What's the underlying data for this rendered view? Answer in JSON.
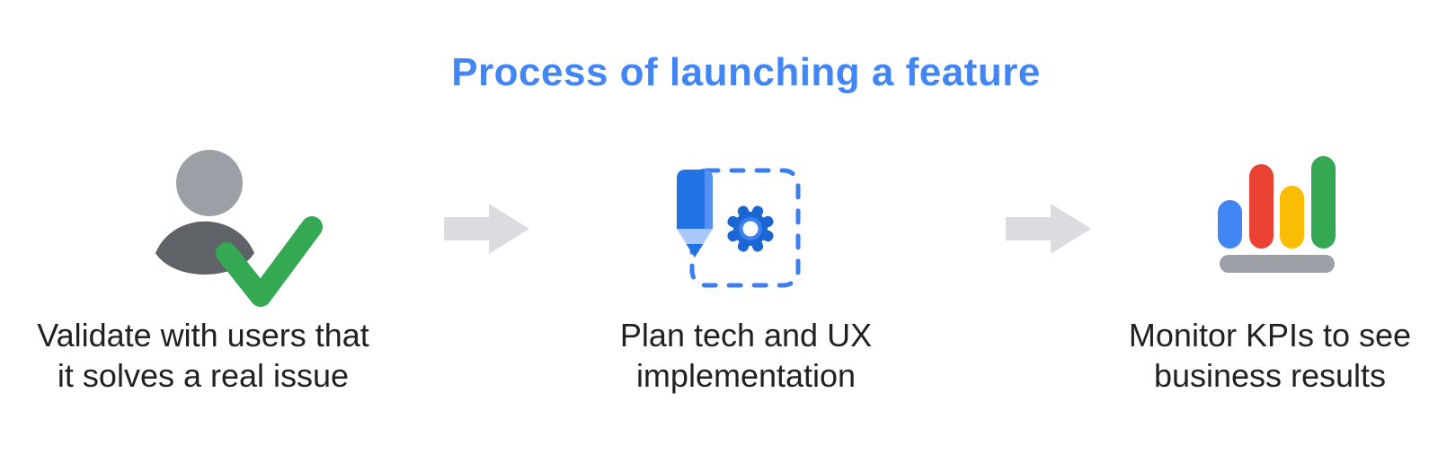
{
  "title": "Process of launching a feature",
  "steps": [
    {
      "icon": "person-check-icon",
      "label_line1": "Validate with users that",
      "label_line2": "it solves a real issue"
    },
    {
      "icon": "pencil-gear-icon",
      "label_line1": "Plan tech and UX",
      "label_line2": "implementation"
    },
    {
      "icon": "bar-chart-icon",
      "label_line1": "Monitor KPIs to see",
      "label_line2": "business results"
    }
  ],
  "arrows": [
    {
      "icon": "right-arrow-icon"
    },
    {
      "icon": "right-arrow-icon"
    }
  ],
  "colors": {
    "title_blue": "#4285F4",
    "body_text": "#202124",
    "arrow_gray": "#DADCE0",
    "person_head_gray": "#9AA0A6",
    "person_body_gray": "#5F6368",
    "check_green": "#34A853",
    "pencil_blue": "#2172E5",
    "pencil_highlight_blue": "#5591F5",
    "pencil_tip_light_blue": "#A8C7FA",
    "dashed_border_blue": "#3D7EEE",
    "gear_blue": "#1B66D2",
    "gear_inner_blue": "#3B82F0",
    "bar_blue": "#4285F4",
    "bar_red": "#EA4335",
    "bar_yellow": "#FBBC04",
    "bar_green": "#34A853",
    "bar_base_gray": "#9AA0A6"
  }
}
